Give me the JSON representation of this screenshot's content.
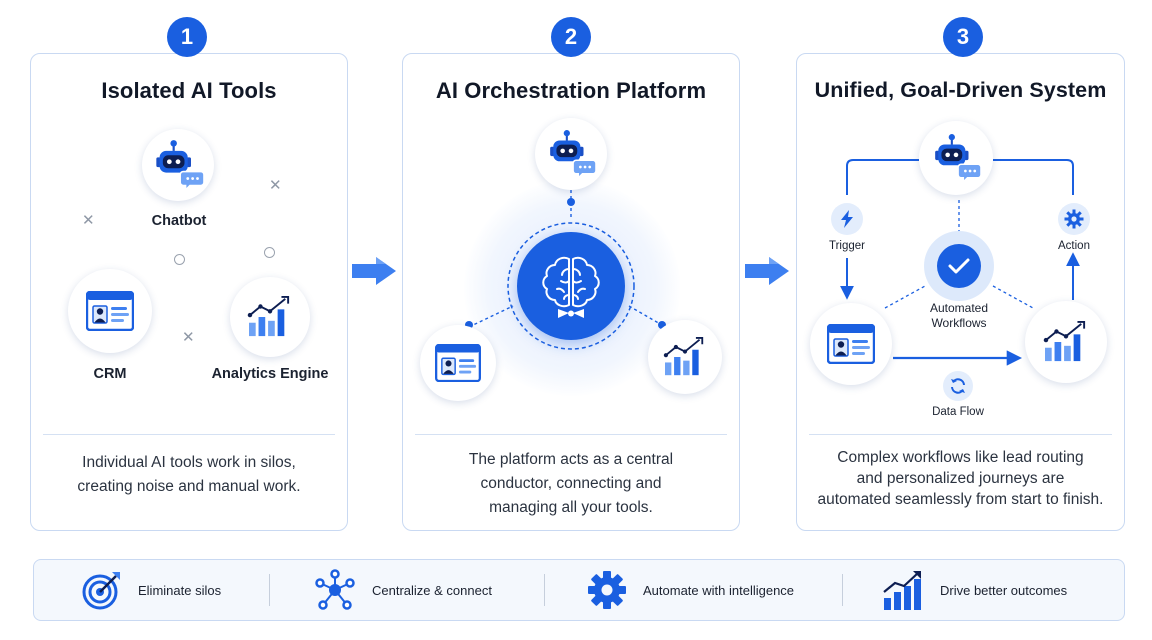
{
  "steps": [
    {
      "number": "1",
      "title": "Isolated AI Tools",
      "nodes": {
        "chatbot": "Chatbot",
        "crm": "CRM",
        "analytics": "Analytics Engine"
      },
      "description_lines": [
        "Individual AI tools work in silos,",
        "creating noise and manual work."
      ]
    },
    {
      "number": "2",
      "title": "AI Orchestration Platform",
      "description_lines": [
        "The platform acts as a central",
        "conductor, connecting and",
        "managing all your tools."
      ]
    },
    {
      "number": "3",
      "title": "Unified, Goal-Driven System",
      "nodes": {
        "trigger": "Trigger",
        "action": "Action",
        "automated_line1": "Automated",
        "automated_line2": "Workflows",
        "data_flow": "Data Flow"
      },
      "description_lines": [
        "Complex workflows like lead routing",
        "and personalized journeys are",
        "automated seamlessly from start to finish."
      ]
    }
  ],
  "footer": [
    {
      "icon": "target-icon",
      "label": "Eliminate silos"
    },
    {
      "icon": "network-icon",
      "label": "Centralize & connect"
    },
    {
      "icon": "gear-icon",
      "label": "Automate with intelligence"
    },
    {
      "icon": "growth-chart-icon",
      "label": "Drive better outcomes"
    }
  ],
  "colors": {
    "accent": "#1a5fe0",
    "light_accent": "#3d7ff0",
    "border": "#c9d9f2",
    "background_tint": "#f4f8fd"
  }
}
